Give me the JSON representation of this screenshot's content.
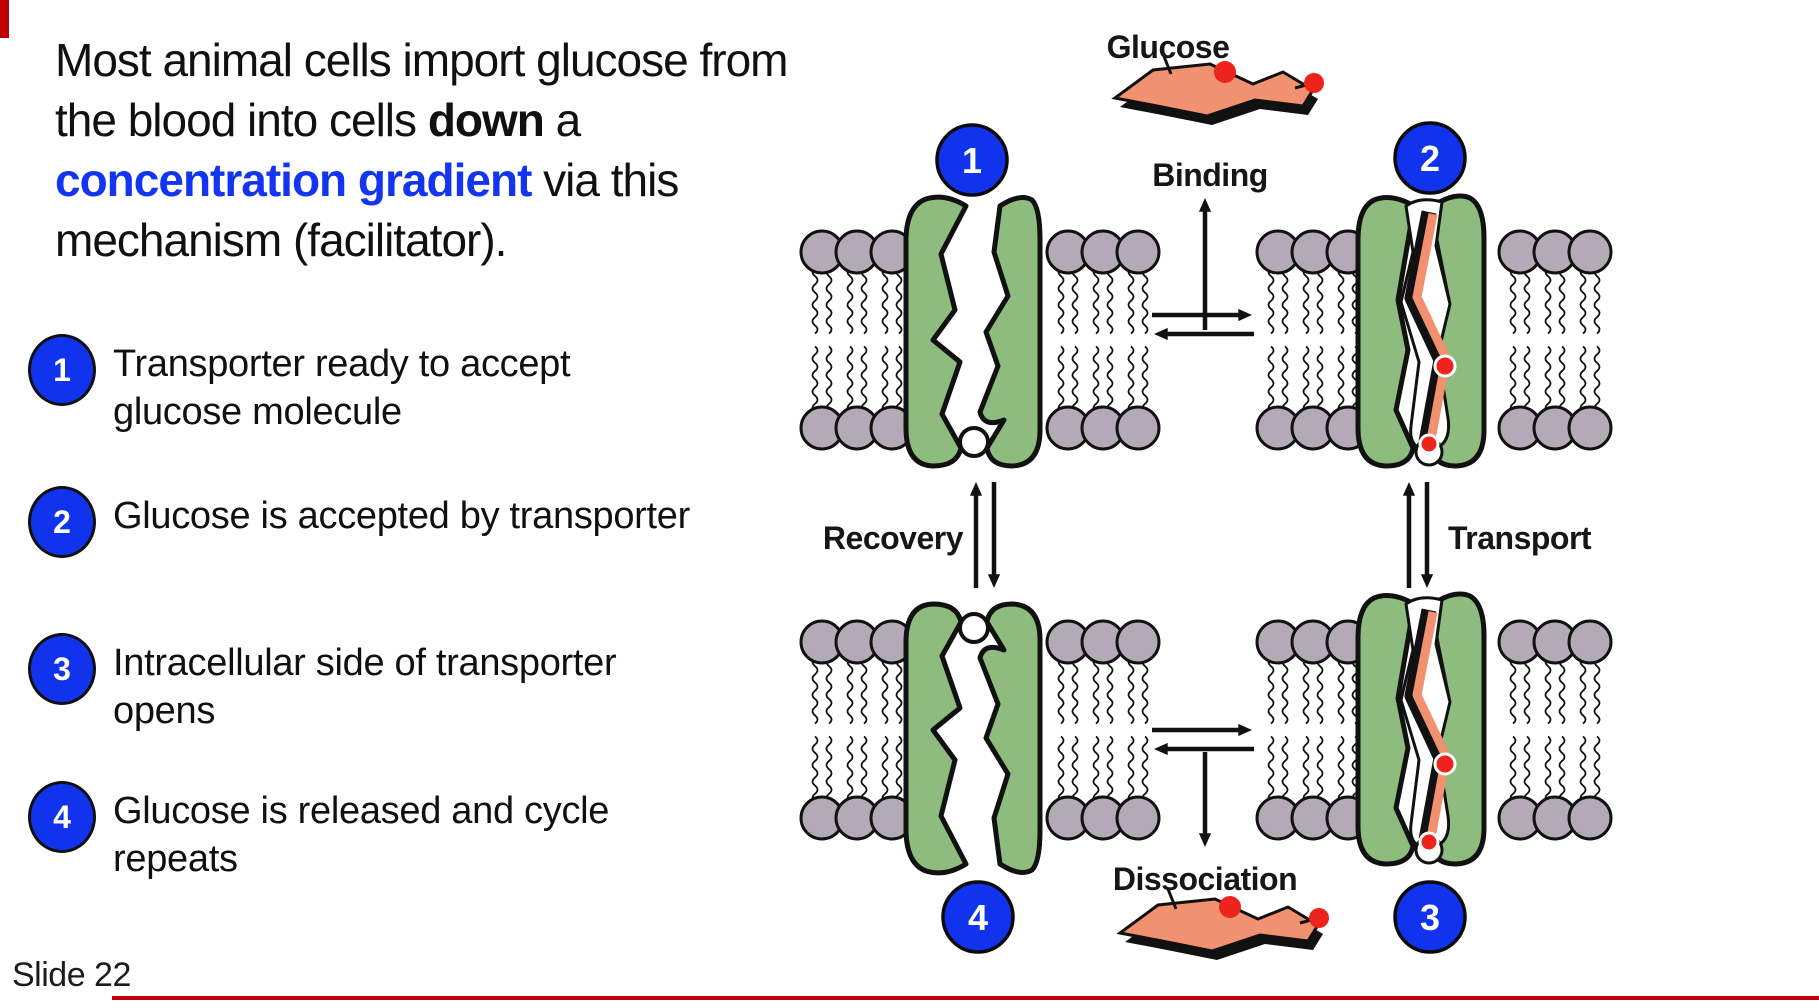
{
  "intro_lines": [
    [
      {
        "t": "Most animal cells import glucose from"
      }
    ],
    [
      {
        "t": "the blood into cells "
      },
      {
        "t": "down",
        "b": true
      },
      {
        "t": " a"
      }
    ],
    [
      {
        "t": "concentration gradient",
        "b": true,
        "blue": true
      },
      {
        "t": " via this"
      }
    ],
    [
      {
        "t": "mechanism (facilitator)."
      }
    ]
  ],
  "steps": [
    {
      "num": "1",
      "lines": [
        "Transporter ready to accept",
        "glucose molecule"
      ]
    },
    {
      "num": "2",
      "lines": [
        "Glucose is accepted by transporter"
      ]
    },
    {
      "num": "3",
      "lines": [
        "Intracellular side of transporter",
        "opens"
      ]
    },
    {
      "num": "4",
      "lines": [
        "Glucose is released and cycle",
        "repeats"
      ]
    }
  ],
  "footer": "Slide 22",
  "diagram": {
    "glucose_label": "Glucose",
    "binding_label": "Binding",
    "recovery_label": "Recovery",
    "transport_label": "Transport",
    "dissociation_label": "Dissociation",
    "markers": {
      "m1": "1",
      "m2": "2",
      "m3": "3",
      "m4": "4"
    },
    "colors": {
      "accent_blue": "#1334f0",
      "marker_blue": "#1133ee",
      "transporter_green": "#8dbc7e",
      "lipid_head_gray": "#b4aab7",
      "glucose_salmon": "#f2916f",
      "glucose_dot_red": "#ee231c",
      "outline_black": "#111111",
      "edge_accent_red": "#c00000"
    }
  }
}
